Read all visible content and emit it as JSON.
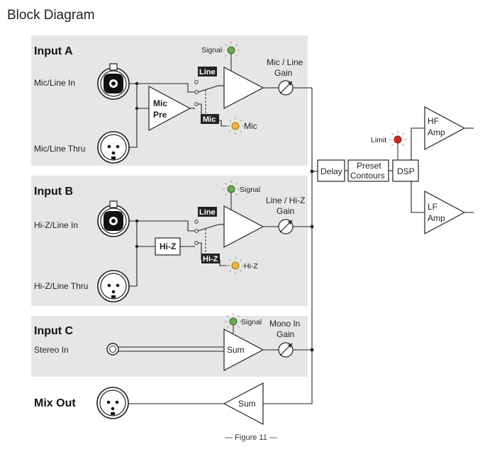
{
  "title": "Block Diagram",
  "caption": "— Figure 11 —",
  "colors": {
    "panel": "#e6e6e6",
    "led_green": "#6aa84f",
    "led_yellow": "#f1b52b",
    "led_red": "#d9261c",
    "tag_bg": "#222222"
  },
  "input_a": {
    "title": "Input A",
    "jack_label": "Mic/Line In",
    "xlr_label": "Mic/Line Thru",
    "preamp_label_1": "Mic",
    "preamp_label_2": "Pre",
    "signal": "Signal",
    "tag_top": "Line",
    "tag_bottom": "Mic",
    "mic_led_label": "Mic",
    "gain_label_1": "Mic / Line",
    "gain_label_2": "Gain"
  },
  "input_b": {
    "title": "Input B",
    "jack_label": "Hi-Z/Line In",
    "xlr_label": "Hi-Z/Line Thru",
    "hiz_box": "Hi-Z",
    "signal": "Signal",
    "tag_top": "Line",
    "tag_bottom": "Hi-Z",
    "hiz_led_label": "Hi-Z",
    "gain_label_1": "Line / Hi-Z",
    "gain_label_2": "Gain"
  },
  "input_c": {
    "title": "Input C",
    "jack_label": "Stereo In",
    "signal": "Signal",
    "sum_label": "Sum",
    "gain_label_1": "Mono In",
    "gain_label_2": "Gain"
  },
  "mix_out": {
    "title": "Mix Out",
    "sum_label": "Sum"
  },
  "processing": {
    "delay": "Delay",
    "preset_1": "Preset",
    "preset_2": "Contours",
    "dsp": "DSP",
    "limit": "Limit",
    "hf_1": "HF",
    "hf_2": "Amp",
    "lf_1": "LF",
    "lf_2": "Amp"
  }
}
